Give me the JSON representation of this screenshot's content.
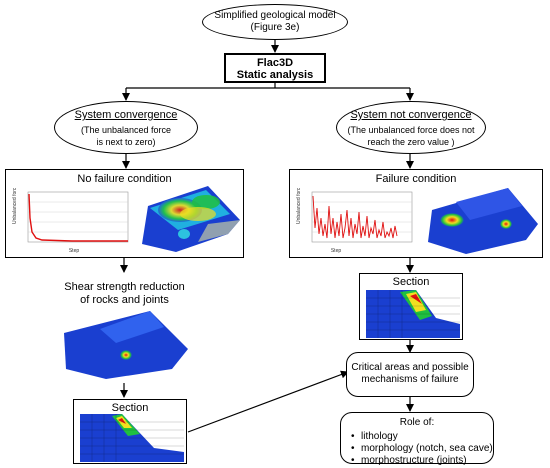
{
  "start": {
    "line1": "Simplified geological model",
    "line2": "(Figure 3e)"
  },
  "flac": {
    "line1": "Flac3D",
    "line2": "Static analysis"
  },
  "conv": {
    "title": "System convergence",
    "line1": "(The unbalanced force",
    "line2": "is next to zero)"
  },
  "notconv": {
    "title": "System not convergence",
    "line1": "(The unbalanced force does not",
    "line2": "reach the zero value )"
  },
  "nofail": {
    "title": "No failure condition"
  },
  "fail": {
    "title": "Failure condition"
  },
  "shear": {
    "line1": "Shear strength reduction",
    "line2": "of rocks and joints"
  },
  "section_left": {
    "title": "Section"
  },
  "section_right": {
    "title": "Section"
  },
  "critical": {
    "line1": "Critical areas and possible",
    "line2": "mechanisms of failure"
  },
  "role": {
    "title": "Role of:",
    "items": [
      "lithology",
      "morphology (notch, sea cave)",
      "morphostructure (joints)"
    ]
  },
  "colors": {
    "mesh_blue": "#1a3fd0",
    "hot_red": "#e01010",
    "hot_yellow": "#f0e020",
    "hot_green": "#20c040",
    "line": "#000000"
  }
}
